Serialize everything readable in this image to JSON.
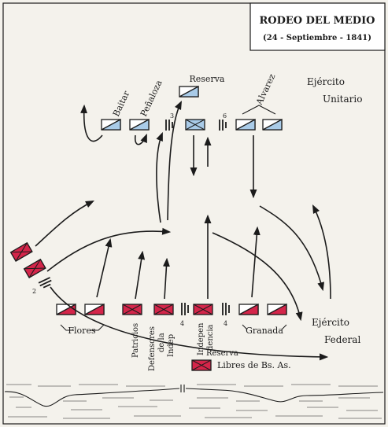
{
  "title": {
    "name": "RODEO DEL MEDIO",
    "date": "(24 - Septiembre - 1841)"
  },
  "armies": {
    "unitario": {
      "line1": "Ejército",
      "line2": "Unitario"
    },
    "federal": {
      "line1": "Ejército",
      "line2": "Federal"
    }
  },
  "unitario_units": {
    "reserva": "Reserva",
    "baitar": "Baitar",
    "penaloza": "Peñaloza",
    "alvarez": "Alvarez",
    "gun_3": "3",
    "gun_6": "6"
  },
  "federal_units": {
    "flores": "Flores",
    "patricios": "Patricios",
    "defensores_1": "Defensores",
    "defensores_2": "de la",
    "defensores_3": "Indep",
    "independencia_1": "Indepen",
    "independencia_2": "dencia",
    "granada": "Granada",
    "reserva": "Reserva",
    "libres": "Libres de Bs. As.",
    "gun_2": "2",
    "gun_4a": "4",
    "gun_4b": "4"
  },
  "colors": {
    "unitario": "#a9cbe8",
    "federal": "#d4254a",
    "ink": "#1b1b1b",
    "paper": "#f4f2ec"
  }
}
